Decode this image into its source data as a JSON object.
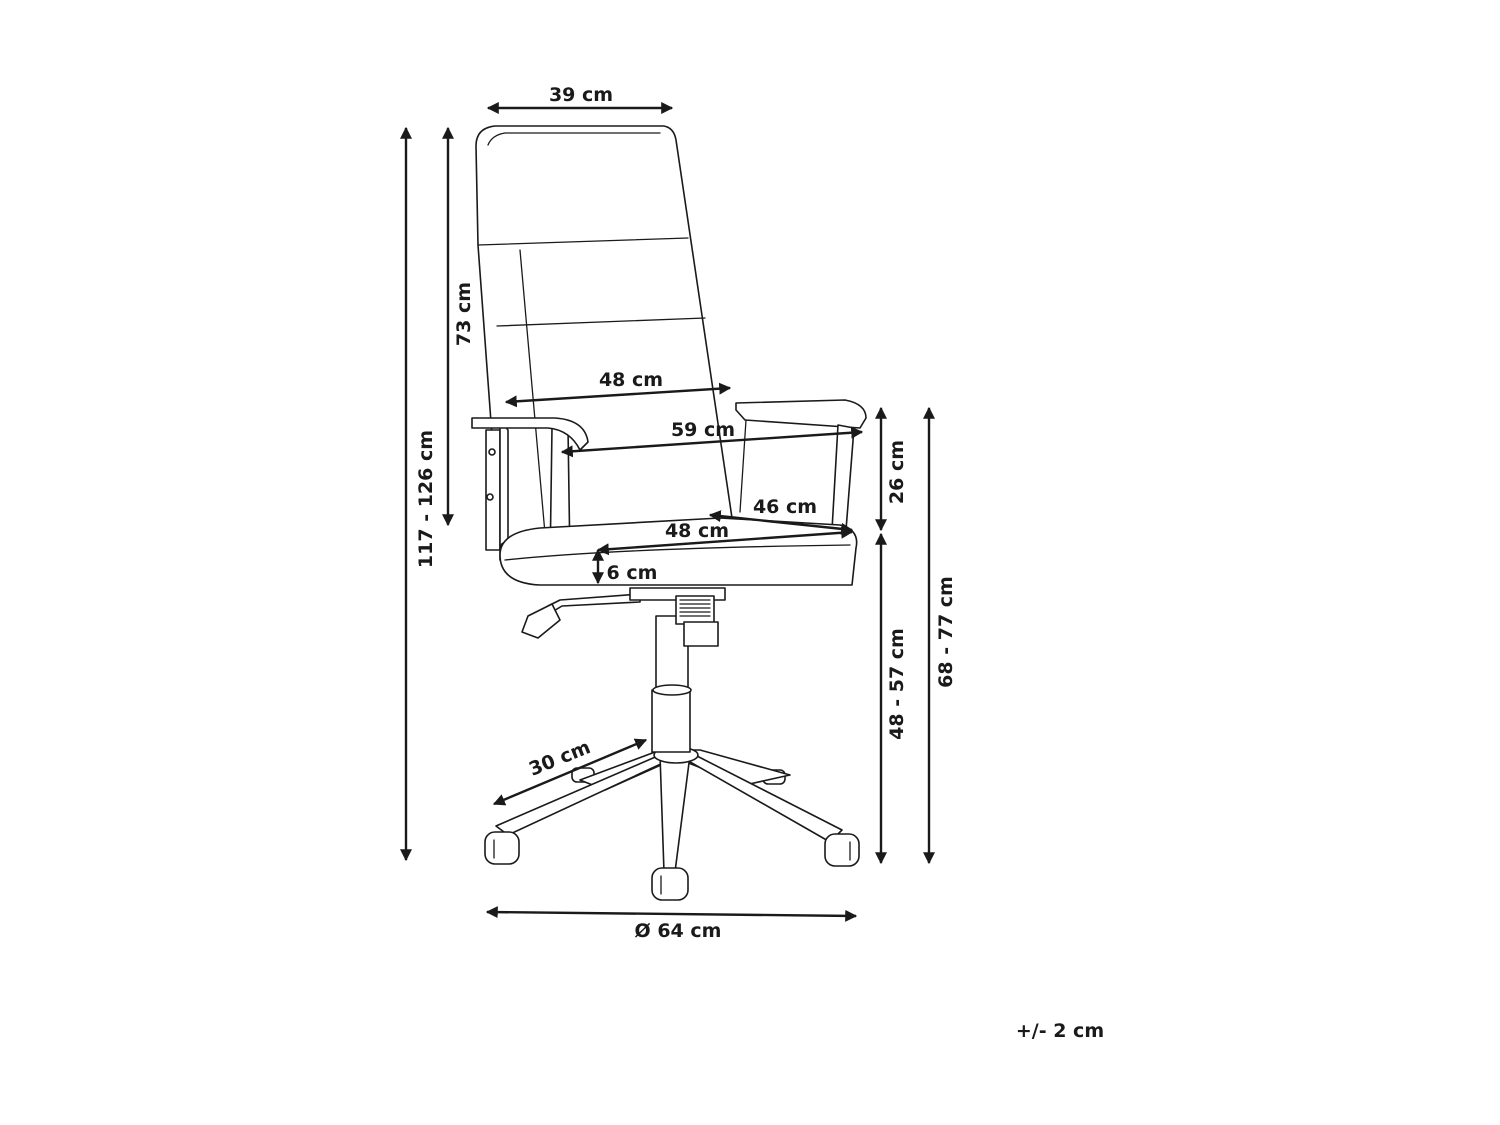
{
  "dimensions": {
    "backrest_width": "39 cm",
    "backrest_height": "73 cm",
    "total_height": "117 - 126 cm",
    "backrest_lower_width": "48 cm",
    "armrest_span": "59 cm",
    "armrest_height": "26 cm",
    "seat_depth": "46 cm",
    "seat_width": "48 cm",
    "seat_thickness": "6 cm",
    "seat_height": "48 - 57 cm",
    "armrest_floor_height": "68 - 77 cm",
    "leg_length": "30 cm",
    "base_diameter": "Ø 64 cm"
  },
  "tolerance": "+/- 2 cm",
  "colors": {
    "line": "#1a1a1a",
    "background": "#ffffff"
  }
}
